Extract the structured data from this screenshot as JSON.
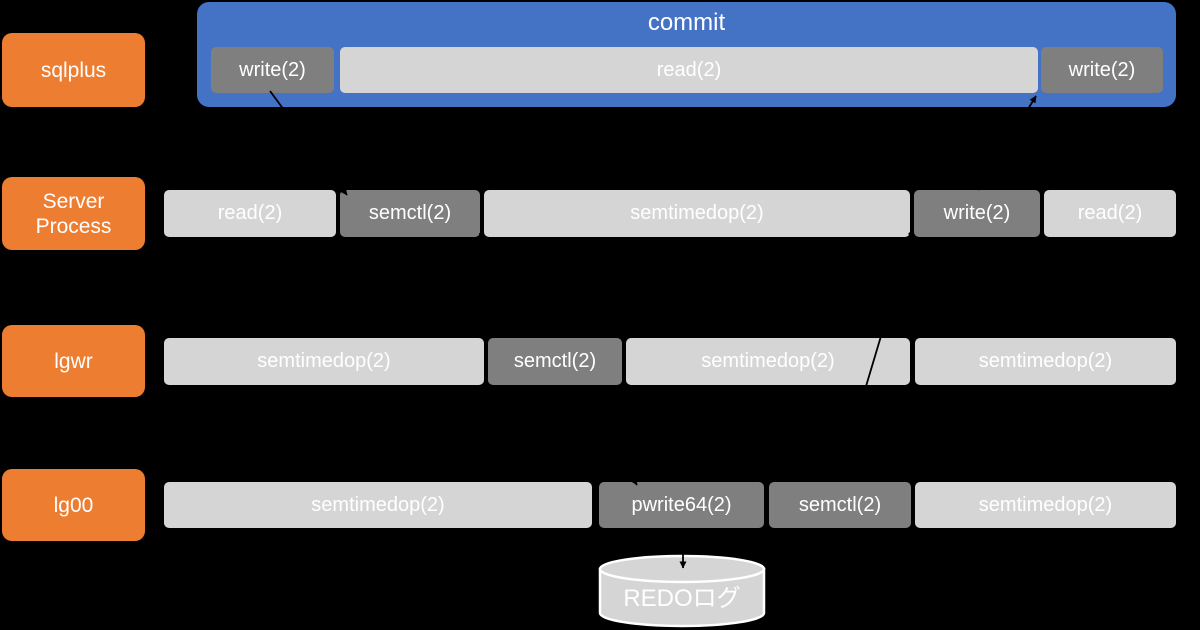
{
  "commit_label": "commit",
  "rows": [
    {
      "process": "sqlplus",
      "blocks": [
        {
          "label": "write(2)",
          "shade": "dark"
        },
        {
          "label": "read(2)",
          "shade": "light"
        },
        {
          "label": "write(2)",
          "shade": "dark"
        }
      ]
    },
    {
      "process": "Server Process",
      "blocks": [
        {
          "label": "read(2)",
          "shade": "light"
        },
        {
          "label": "semctl(2)",
          "shade": "dark"
        },
        {
          "label": "semtimedop(2)",
          "shade": "light"
        },
        {
          "label": "write(2)",
          "shade": "dark"
        },
        {
          "label": "read(2)",
          "shade": "light"
        }
      ]
    },
    {
      "process": "lgwr",
      "blocks": [
        {
          "label": "semtimedop(2)",
          "shade": "light"
        },
        {
          "label": "semctl(2)",
          "shade": "dark"
        },
        {
          "label": "semtimedop(2)",
          "shade": "light"
        },
        {
          "label": "semtimedop(2)",
          "shade": "light"
        }
      ]
    },
    {
      "process": "lg00",
      "blocks": [
        {
          "label": "semtimedop(2)",
          "shade": "light"
        },
        {
          "label": "pwrite64(2)",
          "shade": "dark"
        },
        {
          "label": "semctl(2)",
          "shade": "dark"
        },
        {
          "label": "semtimedop(2)",
          "shade": "light"
        }
      ]
    }
  ],
  "storage": {
    "label": "REDOログ"
  },
  "colors": {
    "orange": "#ED7D31",
    "blue": "#4472C4",
    "dark-gray": "#7F7F7F",
    "light-gray": "#D5D5D5",
    "text": "#FFFFFF",
    "background": "#000000",
    "arrow": "#000000"
  }
}
